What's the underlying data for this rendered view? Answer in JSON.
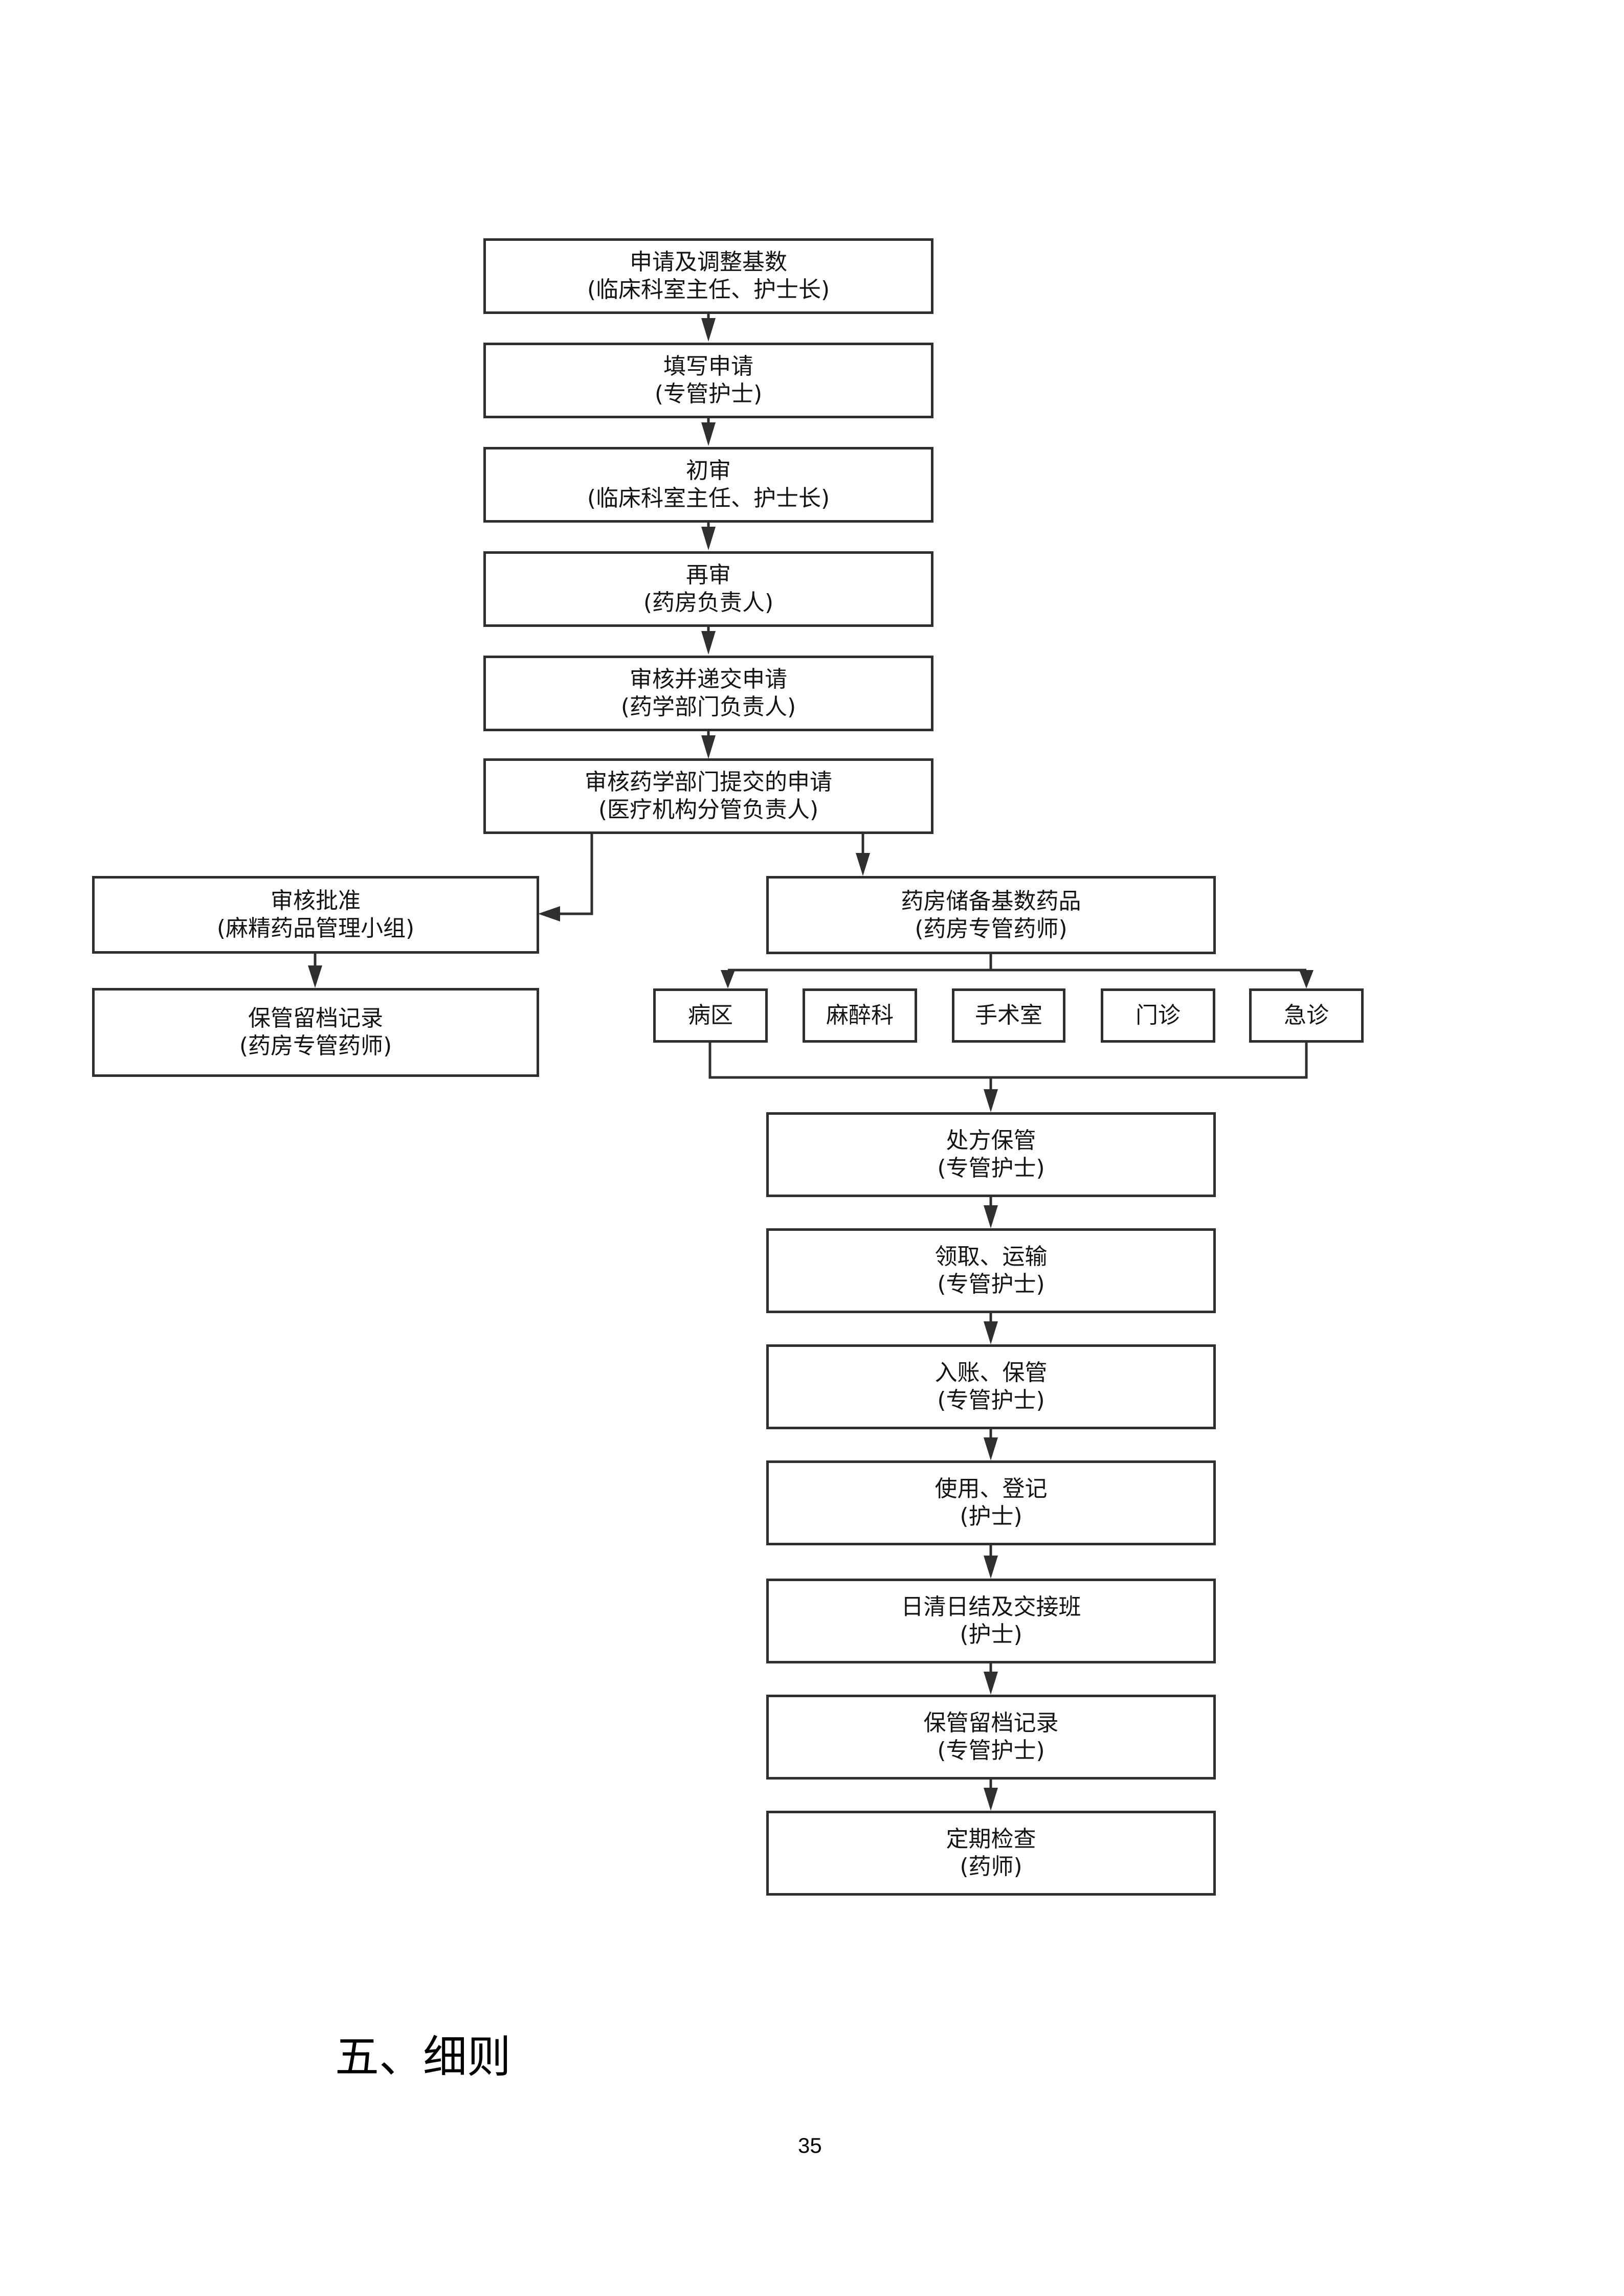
{
  "flowchart": {
    "main_chain": [
      {
        "title": "申请及调整基数",
        "role": "(临床科室主任、护士长)"
      },
      {
        "title": "填写申请",
        "role": "(专管护士)"
      },
      {
        "title": "初审",
        "role": "(临床科室主任、护士长)"
      },
      {
        "title": "再审",
        "role": "(药房负责人)"
      },
      {
        "title": "审核并递交申请",
        "role": "(药学部门负责人)"
      },
      {
        "title": "审核药学部门提交的申请",
        "role": "(医疗机构分管负责人)"
      }
    ],
    "left_branch": [
      {
        "title": "审核批准",
        "role": "(麻精药品管理小组)"
      },
      {
        "title": "保管留档记录",
        "role": "(药房专管药师)"
      }
    ],
    "pharmacy": {
      "title": "药房储备基数药品",
      "role": "(药房专管药师)"
    },
    "departments": [
      "病区",
      "麻醉科",
      "手术室",
      "门诊",
      "急诊"
    ],
    "ward_chain": [
      {
        "title": "处方保管",
        "role": "(专管护士)"
      },
      {
        "title": "领取、运输",
        "role": "(专管护士)"
      },
      {
        "title": "入账、保管",
        "role": "(专管护士)"
      },
      {
        "title": "使用、登记",
        "role": "(护士)"
      },
      {
        "title": "日清日结及交接班",
        "role": "(护士)"
      },
      {
        "title": "保管留档记录",
        "role": "(专管护士)"
      },
      {
        "title": "定期检查",
        "role": "(药师)"
      }
    ],
    "colors": {
      "line": "#2e2f31",
      "box_fill": "#ffffff",
      "text": "#141414"
    }
  },
  "section_heading": "五、细则",
  "page_number": "35"
}
